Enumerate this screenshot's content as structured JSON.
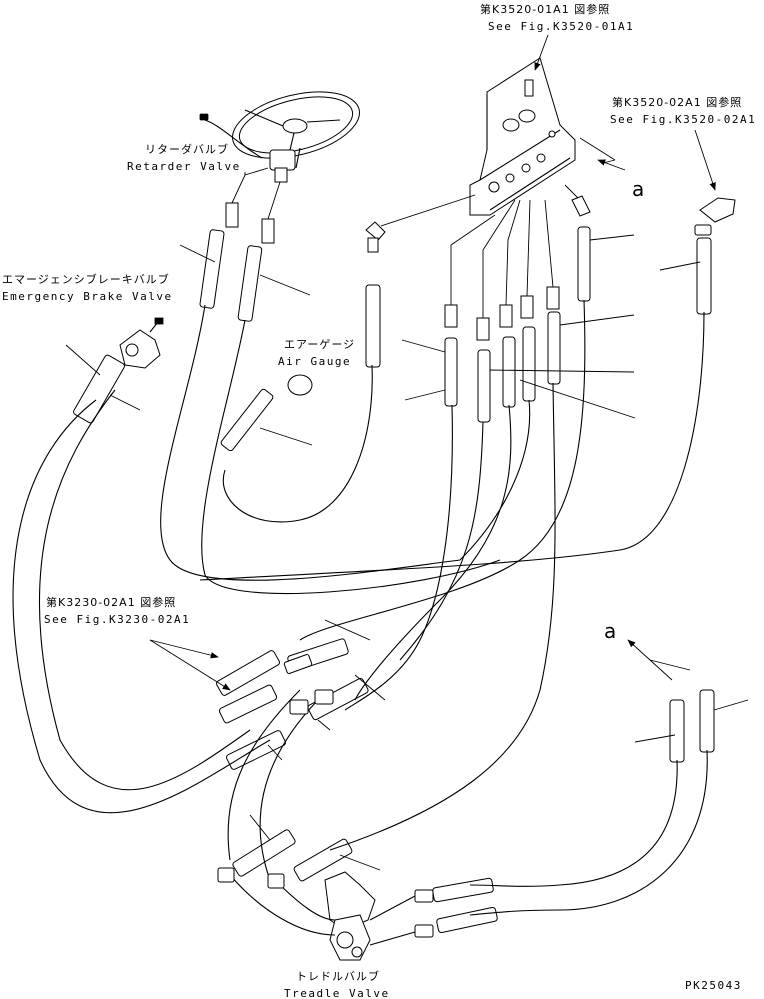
{
  "labels": {
    "ref_top_jp": "第K3520-01A1 図参照",
    "ref_top_en": "See Fig.K3520-01A1",
    "ref_right_jp": "第K3520-02A1 図参照",
    "ref_right_en": "See Fig.K3520-02A1",
    "retarder_jp": "リターダバルブ",
    "retarder_en": "Retarder Valve",
    "emergency_jp": "エマージェンシブレーキバルブ",
    "emergency_en": "Emergency Brake Valve",
    "air_gauge_jp": "エアーゲージ",
    "air_gauge_en": "Air Gauge",
    "ref_mid_jp": "第K3230-02A1 図参照",
    "ref_mid_en": "See Fig.K3230-02A1",
    "treadle_jp": "トレドルバルブ",
    "treadle_en": "Treadle Valve",
    "mark_a_top": "a",
    "mark_a_bottom": "a",
    "drawing_no": "PK25043"
  }
}
